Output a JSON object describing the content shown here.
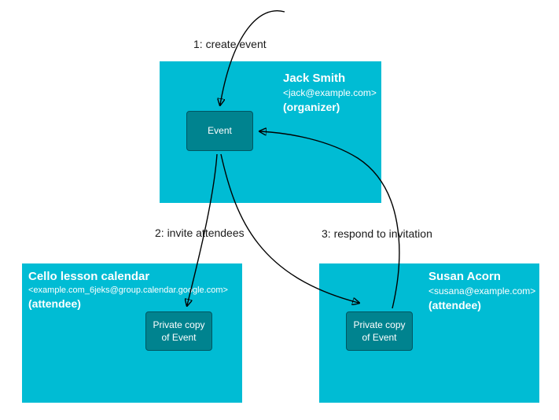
{
  "diagram_title": "Calendar event sharing flow",
  "colors": {
    "actor_box_bg": "#00bcd4",
    "event_box_bg": "#00838f",
    "event_box_border": "#005662",
    "text_on_box": "#ffffff",
    "arrow": "#000000",
    "label_text": "#1a1a1a",
    "background": "#ffffff"
  },
  "steps": {
    "step1": "1: create event",
    "step2": "2: invite attendees",
    "step3": "3: respond to invitation"
  },
  "organizer": {
    "name": "Jack Smith",
    "email": "<jack@example.com>",
    "role": "(organizer)",
    "event_label": "Event"
  },
  "attendee_calendar": {
    "name": "Cello lesson calendar",
    "email": "<example.com_6jeks@group.calendar.google.com>",
    "role": "(attendee)",
    "event_label": "Private copy of Event"
  },
  "attendee_person": {
    "name": "Susan Acorn",
    "email": "<susana@example.com>",
    "role": "(attendee)",
    "event_label": "Private copy of Event"
  }
}
